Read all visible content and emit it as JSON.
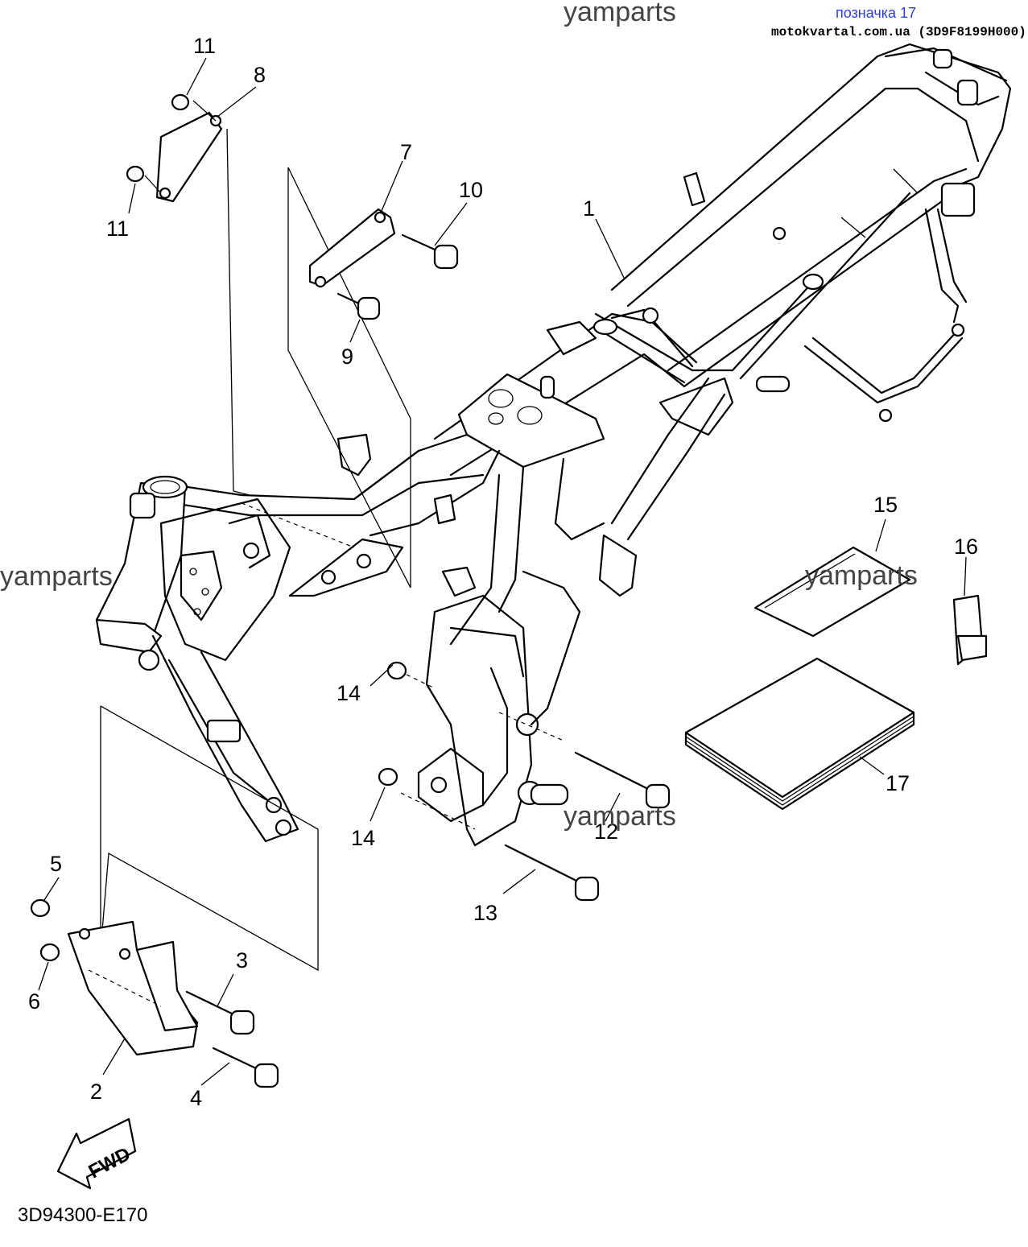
{
  "header": {
    "watermark_top": "yamparts",
    "link_label": "позначка 17",
    "site_ref": "motokvartal.com.ua (3D9F8199H000)"
  },
  "watermarks": [
    "yamparts",
    "yamparts",
    "yamparts"
  ],
  "callouts": [
    "1",
    "2",
    "3",
    "4",
    "5",
    "6",
    "7",
    "8",
    "9",
    "10",
    "11",
    "11",
    "12",
    "13",
    "14",
    "14",
    "15",
    "16",
    "17"
  ],
  "direction_arrow": "FWD",
  "diagram_code": "3D94300-E170"
}
